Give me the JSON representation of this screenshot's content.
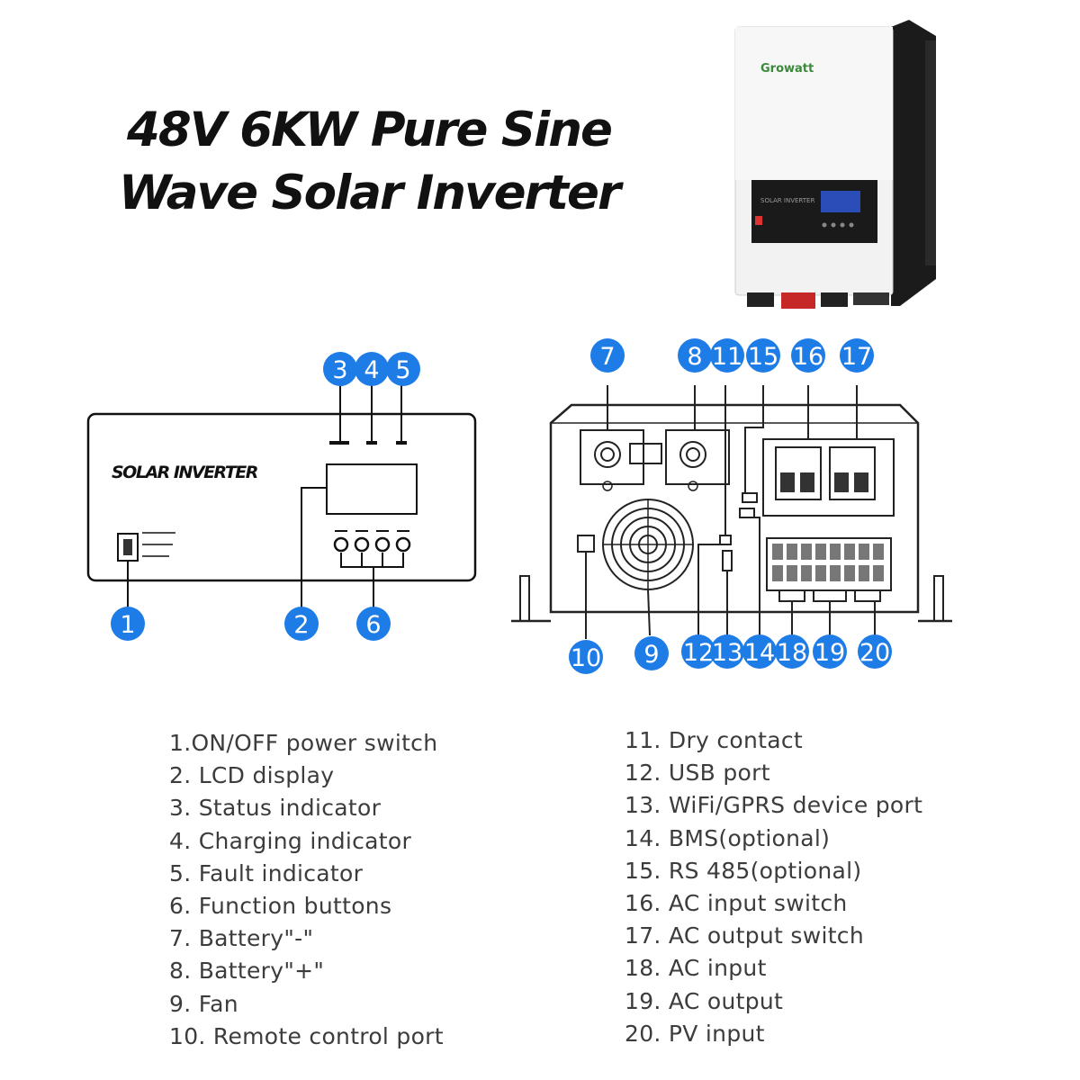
{
  "title_line1": "48V 6KW Pure Sine",
  "title_line2": "Wave Solar Inverter",
  "product": {
    "brand": "Growatt",
    "panel_text": "SOLAR INVERTER"
  },
  "front_panel": {
    "label": "SOLAR INVERTER"
  },
  "callouts": [
    "1",
    "2",
    "3",
    "4",
    "5",
    "6",
    "7",
    "8",
    "9",
    "10",
    "11",
    "12",
    "13",
    "14",
    "15",
    "16",
    "17",
    "18",
    "19",
    "20"
  ],
  "legend_left": [
    "1.ON/OFF power switch",
    "2. LCD display",
    "3. Status indicator",
    "4. Charging indicator",
    "5. Fault indicator",
    "6. Function buttons",
    "7. Battery\"-\"",
    "8. Battery\"+\"",
    "9. Fan",
    "10. Remote control port"
  ],
  "legend_right": [
    "11. Dry contact",
    "12. USB port",
    "13. WiFi/GPRS device port",
    "14. BMS(optional)",
    "15. RS 485(optional)",
    "16. AC input switch",
    "17. AC output switch",
    "18. AC input",
    "19. AC output",
    "20. PV input"
  ],
  "colors": {
    "callout": "#1e7ce6",
    "title": "#111111",
    "legend_text": "#3c3c3c",
    "line": "#111111"
  }
}
